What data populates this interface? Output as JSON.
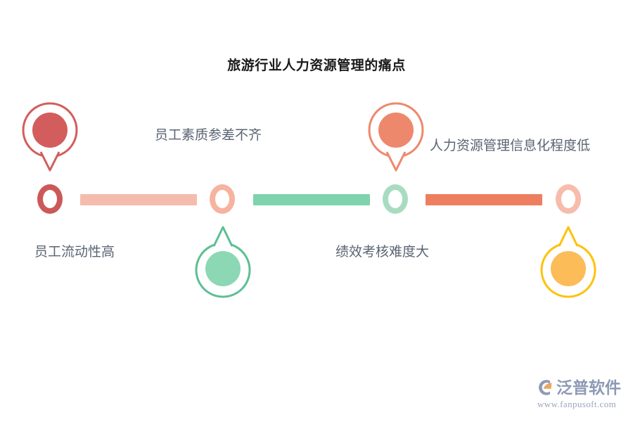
{
  "title": "旅游行业人力资源管理的痛点",
  "colors": {
    "title_text": "#1a1a1a",
    "label_text": "#5a6472",
    "red": "#D35D5D",
    "red_ring": "#CC5858",
    "salmon": "#EE886D",
    "salmon_deep": "#EE7E60",
    "salmon_light": "#F5B3A0",
    "pink_bar": "#F5BCAD",
    "pink_ring": "#F7BCAB",
    "green": "#8CD8B4",
    "green_bar": "#7FD3AC",
    "green_ring": "#A8DCC0",
    "yellow": "#FCBC58",
    "yellow_ring": "#FFC10B",
    "background": "#FFFFFF"
  },
  "timeline": {
    "nodes": [
      {
        "id": "node-1",
        "color": "#CC5858"
      },
      {
        "id": "node-2",
        "color": "#F5B3A0"
      },
      {
        "id": "node-3",
        "color": "#A8DCC0"
      },
      {
        "id": "node-4",
        "color": "#F7BCAB"
      }
    ],
    "bars": [
      {
        "id": "bar-1",
        "color": "#F5BCAD"
      },
      {
        "id": "bar-2",
        "color": "#7FD3AC"
      },
      {
        "id": "bar-3",
        "color": "#EE7E60"
      }
    ]
  },
  "items": [
    {
      "id": "item-1",
      "marker": "pin-red",
      "position": "above",
      "fill": "#D35D5D",
      "stroke": "#D35D5D",
      "label": "员工流动性高"
    },
    {
      "id": "item-2",
      "marker": "pin-green",
      "position": "below",
      "fill": "#8CD8B4",
      "stroke": "#5CBF93",
      "label": "员工素质参差不齐"
    },
    {
      "id": "item-3",
      "marker": "pin-salmon",
      "position": "above",
      "fill": "#EE886D",
      "stroke": "#EE886D",
      "label": "绩效考核难度大"
    },
    {
      "id": "item-4",
      "marker": "pin-yellow",
      "position": "below",
      "fill": "#FCBC58",
      "stroke": "#FFC10B",
      "label": "人力资源管理信息化程度低"
    }
  ],
  "watermark": {
    "brand": "泛普软件",
    "url": "www.fanpusoft.com",
    "logo_arc_color": "#8d9ab5",
    "logo_swoosh_color": "#E8A764"
  }
}
